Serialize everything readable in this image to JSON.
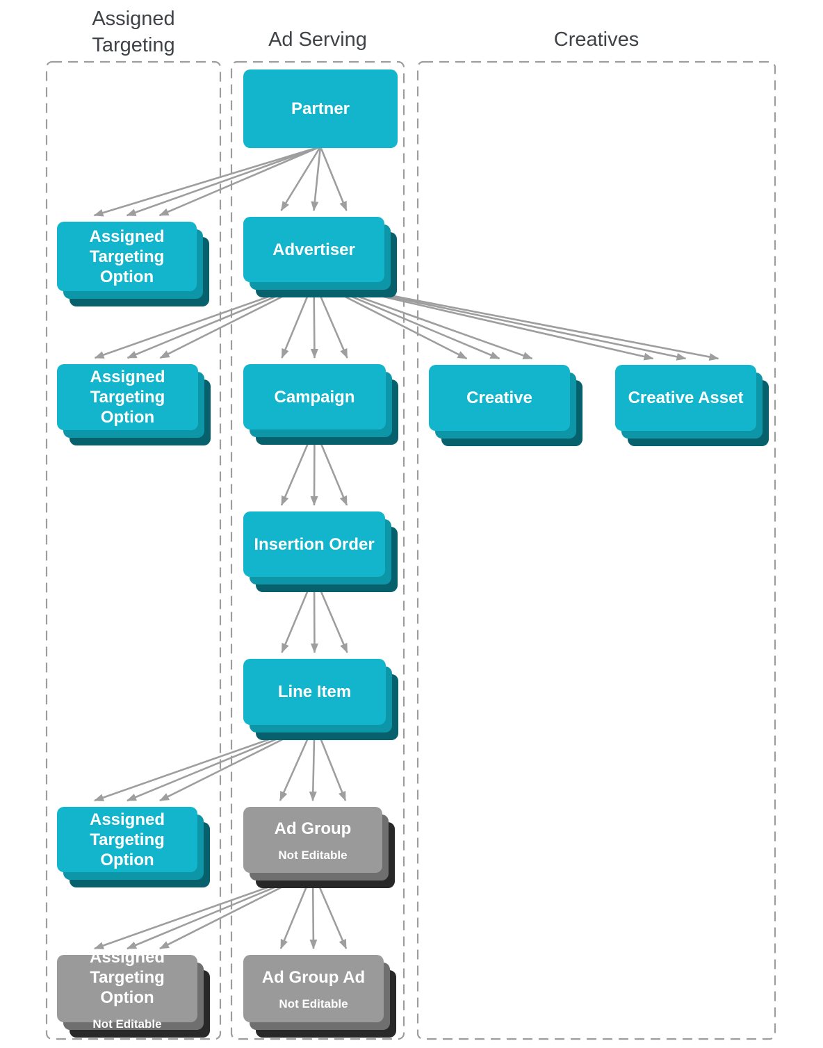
{
  "columns": [
    {
      "id": "assigned_targeting",
      "label": "Assigned\nTargeting"
    },
    {
      "id": "ad_serving",
      "label": "Ad Serving"
    },
    {
      "id": "creatives",
      "label": "Creatives"
    }
  ],
  "nodes": {
    "partner": {
      "label": "Partner",
      "column": "ad_serving",
      "editable": true,
      "stacked": false
    },
    "ato1": {
      "label": "Assigned\nTargeting\nOption",
      "column": "assigned_targeting",
      "editable": true,
      "stacked": true
    },
    "advertiser": {
      "label": "Advertiser",
      "column": "ad_serving",
      "editable": true,
      "stacked": true
    },
    "ato2": {
      "label": "Assigned\nTargeting\nOption",
      "column": "assigned_targeting",
      "editable": true,
      "stacked": true
    },
    "campaign": {
      "label": "Campaign",
      "column": "ad_serving",
      "editable": true,
      "stacked": true
    },
    "creative": {
      "label": "Creative",
      "column": "creatives",
      "editable": true,
      "stacked": true
    },
    "creative_asset": {
      "label": "Creative Asset",
      "column": "creatives",
      "editable": true,
      "stacked": true
    },
    "insertion_order": {
      "label": "Insertion Order",
      "column": "ad_serving",
      "editable": true,
      "stacked": true
    },
    "line_item": {
      "label": "Line Item",
      "column": "ad_serving",
      "editable": true,
      "stacked": true
    },
    "ato3": {
      "label": "Assigned\nTargeting\nOption",
      "column": "assigned_targeting",
      "editable": true,
      "stacked": true
    },
    "ad_group": {
      "label": "Ad Group",
      "sublabel": "Not Editable",
      "column": "ad_serving",
      "editable": false,
      "stacked": true
    },
    "ato4": {
      "label": "Assigned\nTargeting Option",
      "sublabel": "Not Editable",
      "column": "assigned_targeting",
      "editable": false,
      "stacked": true
    },
    "ad_group_ad": {
      "label": "Ad Group Ad",
      "sublabel": "Not Editable",
      "column": "ad_serving",
      "editable": false,
      "stacked": true
    }
  },
  "edges": [
    {
      "from": "partner",
      "to": "ato1",
      "fan": 3
    },
    {
      "from": "partner",
      "to": "advertiser",
      "fan": 3
    },
    {
      "from": "advertiser",
      "to": "ato2",
      "fan": 3
    },
    {
      "from": "advertiser",
      "to": "campaign",
      "fan": 3
    },
    {
      "from": "advertiser",
      "to": "creative",
      "fan": 3
    },
    {
      "from": "advertiser",
      "to": "creative_asset",
      "fan": 3
    },
    {
      "from": "campaign",
      "to": "insertion_order",
      "fan": 3
    },
    {
      "from": "insertion_order",
      "to": "line_item",
      "fan": 3
    },
    {
      "from": "line_item",
      "to": "ato3",
      "fan": 3
    },
    {
      "from": "line_item",
      "to": "ad_group",
      "fan": 3
    },
    {
      "from": "ad_group",
      "to": "ato4",
      "fan": 3
    },
    {
      "from": "ad_group",
      "to": "ad_group_ad",
      "fan": 3
    }
  ],
  "colors": {
    "node_teal": "#12b5cb",
    "node_teal_shadow1": "#0d96a8",
    "node_teal_shadow2": "#07616c",
    "node_gray": "#9a9a9a",
    "node_gray_shadow1": "#6f6f6f",
    "node_gray_shadow2": "#282828",
    "node_text": "#ffffff",
    "arrow": "#9e9e9e",
    "column_border": "#9d9d9d",
    "header_text": "#3f4347"
  }
}
